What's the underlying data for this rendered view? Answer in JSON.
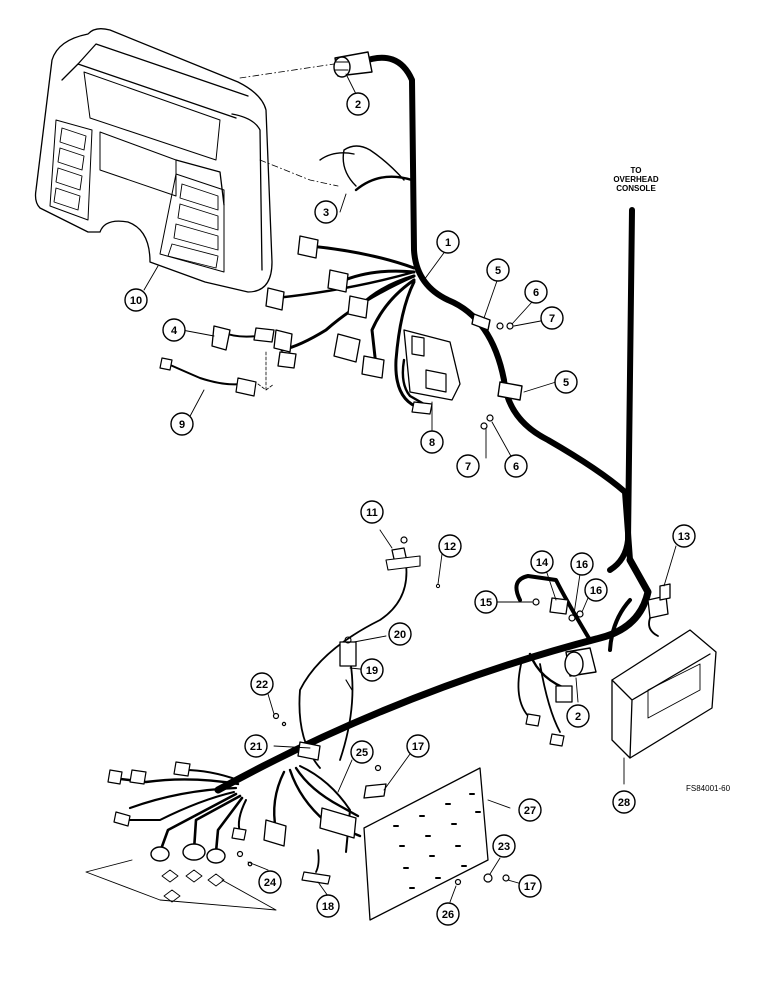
{
  "note_lines": [
    "TO",
    "OVERHEAD",
    "CONSOLE"
  ],
  "figure_id": "FS84001-60",
  "callouts": [
    "1",
    "2",
    "2",
    "3",
    "4",
    "5",
    "5",
    "6",
    "6",
    "7",
    "7",
    "8",
    "9",
    "10",
    "11",
    "12",
    "13",
    "14",
    "15",
    "16",
    "16",
    "17",
    "17",
    "18",
    "19",
    "20",
    "21",
    "22",
    "23",
    "24",
    "25",
    "26",
    "27",
    "28"
  ]
}
